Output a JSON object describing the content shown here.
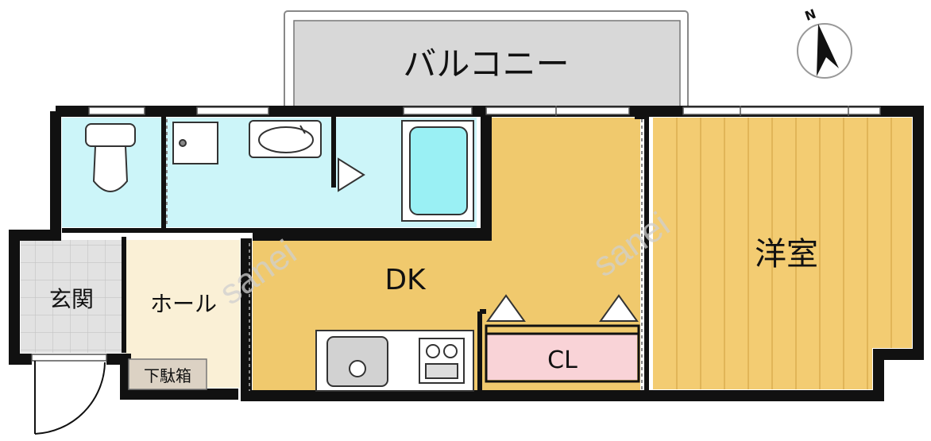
{
  "rooms": {
    "balcony": "バルコニー",
    "dk": "DK",
    "western_room": "洋室",
    "entrance": "玄関",
    "hall": "ホール",
    "shoe_box": "下駄箱",
    "closet": "CL"
  },
  "compass": {
    "north_label": "N"
  },
  "watermark": "sanei",
  "colors": {
    "wet_area": "#ccf5f9",
    "dk_floor": "#f0c96d",
    "western_floor": "#f3cc72",
    "hall_floor": "#faf0d6",
    "entrance_floor": "#e2e2e2",
    "closet_floor": "#f9d3d7",
    "balcony_floor": "#d8d8d8",
    "wall": "#111111"
  }
}
